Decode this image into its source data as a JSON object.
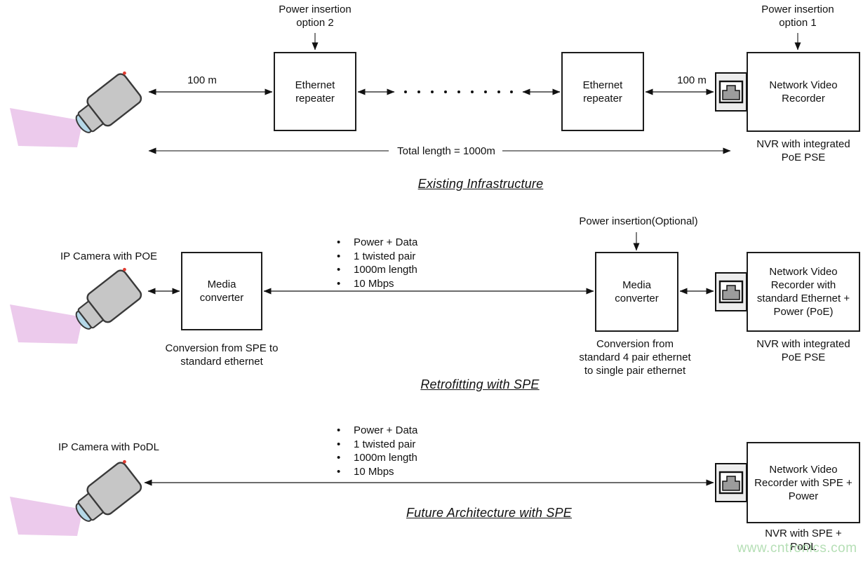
{
  "existing": {
    "title": "Existing Infrastructure",
    "power_option2": "Power insertion\noption 2",
    "power_option1": "Power insertion\noption 1",
    "distance_left": "100 m",
    "distance_right": "100 m",
    "repeater_left": "Ethernet\nrepeater",
    "repeater_right": "Ethernet\nrepeater",
    "nvr": "Network Video\nRecorder",
    "nvr_caption": "NVR with integrated\nPoE PSE",
    "total_length": "Total length = 1000m"
  },
  "retrofit": {
    "title": "Retrofitting with SPE",
    "camera_label": "IP Camera with POE",
    "bullets": [
      "Power + Data",
      "1 twisted pair",
      "1000m length",
      "10 Mbps"
    ],
    "mc_left": "Media\nconverter",
    "mc_left_caption": "Conversion from SPE to\nstandard ethernet",
    "power_optional": "Power insertion(Optional)",
    "mc_right": "Media\nconverter",
    "mc_right_caption": "Conversion from\nstandard 4 pair ethernet\nto single pair ethernet",
    "nvr": "Network Video\nRecorder with\nstandard Ethernet +\nPower (PoE)",
    "nvr_caption": "NVR with integrated\nPoE PSE"
  },
  "future": {
    "title": "Future Architecture with SPE",
    "camera_label": "IP Camera with PoDL",
    "bullets": [
      "Power + Data",
      "1 twisted pair",
      "1000m length",
      "10 Mbps"
    ],
    "nvr": "Network Video\nRecorder with SPE +\nPower",
    "nvr_caption": "NVR with SPE +\nPoDL"
  },
  "watermark": "www.cntronics.com",
  "colors": {
    "camera_body": "#c6c6c6",
    "camera_beam": "#eccaec",
    "camera_lens": "#b5d8e8",
    "port_plug": "#9c9c9c",
    "watermark_green": "#b5dfb5",
    "line": "#3c3c3c"
  }
}
